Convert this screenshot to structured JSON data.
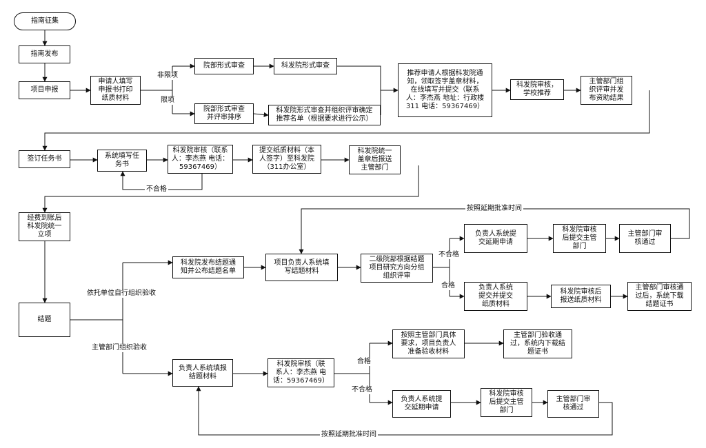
{
  "nodes": {
    "n01": "指南征集",
    "n02": "指南发布",
    "n03": "项目申报",
    "n04": "申请人填写\n申报书打印\n纸质材料",
    "n05": "院部形式审查",
    "n06": "科发院形式审查",
    "n07": "院部形式审查\n并评审排序",
    "n08": "科发院形式审查并组织评审确定\n推荐名单（根据要求进行公示）",
    "n09": "推荐申请人根据科发院通\n知，领取签字盖章材料，\n在线填写并提交（联系\n人：李杰燕 地址：行政楼\n311 电话：59367469）",
    "n10": "科发院审核，\n学校推荐",
    "n11": "主管部门组\n织评审并发\n布资助结果",
    "n12": "签订任务书",
    "n13": "系统填写任\n务书",
    "n14": "科发院审核（联系\n人：李杰燕 电话：\n59367469）",
    "n15": "提交纸质材料（本\n人签字）至科发院\n（311办公室）",
    "n16": "科发院统一\n盖章后报送\n主管部门",
    "n17": "经费到账后\n科发院统一\n立项",
    "n18": "结题",
    "n19": "科发院发布结题通\n知并公布结题名单",
    "n20": "项目负责人系统填\n写结题材料",
    "n21": "二级院部根据结题\n项目研究方向分组\n组织评审",
    "n22": "负责人系统提\n交延期申请",
    "n23": "科发院审核\n后提交主管\n部门",
    "n24": "主管部门审\n核通过",
    "n25": "负责人系统\n提交并提交\n纸质材料",
    "n26": "科发院审核后\n报送纸质材料",
    "n27": "主管部门审核通\n过后，系统下载\n结题证书",
    "n28": "负责人系统填报\n结题材料",
    "n29": "科发院审核（联\n系人：李杰燕 电\n话：59367469）",
    "n30": "按照主管部门具体\n要求，项目负责人\n准备验收材料",
    "n31": "主管部门验收通\n过，系统内下载结\n题证书",
    "n32": "负责人系统提\n交延期申请",
    "n33": "科发院审核\n后提交主管\n部门",
    "n34": "主管部门审\n核通过"
  },
  "labels": {
    "l_nonlimited": "非限项",
    "l_limited": "限项",
    "l_fail1": "不合格",
    "l_extend1": "按照延期批准时间",
    "l_self": "依托单位自行组织验收",
    "l_fail2": "不合格",
    "l_pass2": "合格",
    "l_dept": "主管部门组织验收",
    "l_pass3": "合格",
    "l_fail3": "不合格",
    "l_extend2": "按照延期批准时间"
  },
  "colors": {
    "line": "#111111",
    "text": "#111111",
    "background": "#ffffff"
  }
}
